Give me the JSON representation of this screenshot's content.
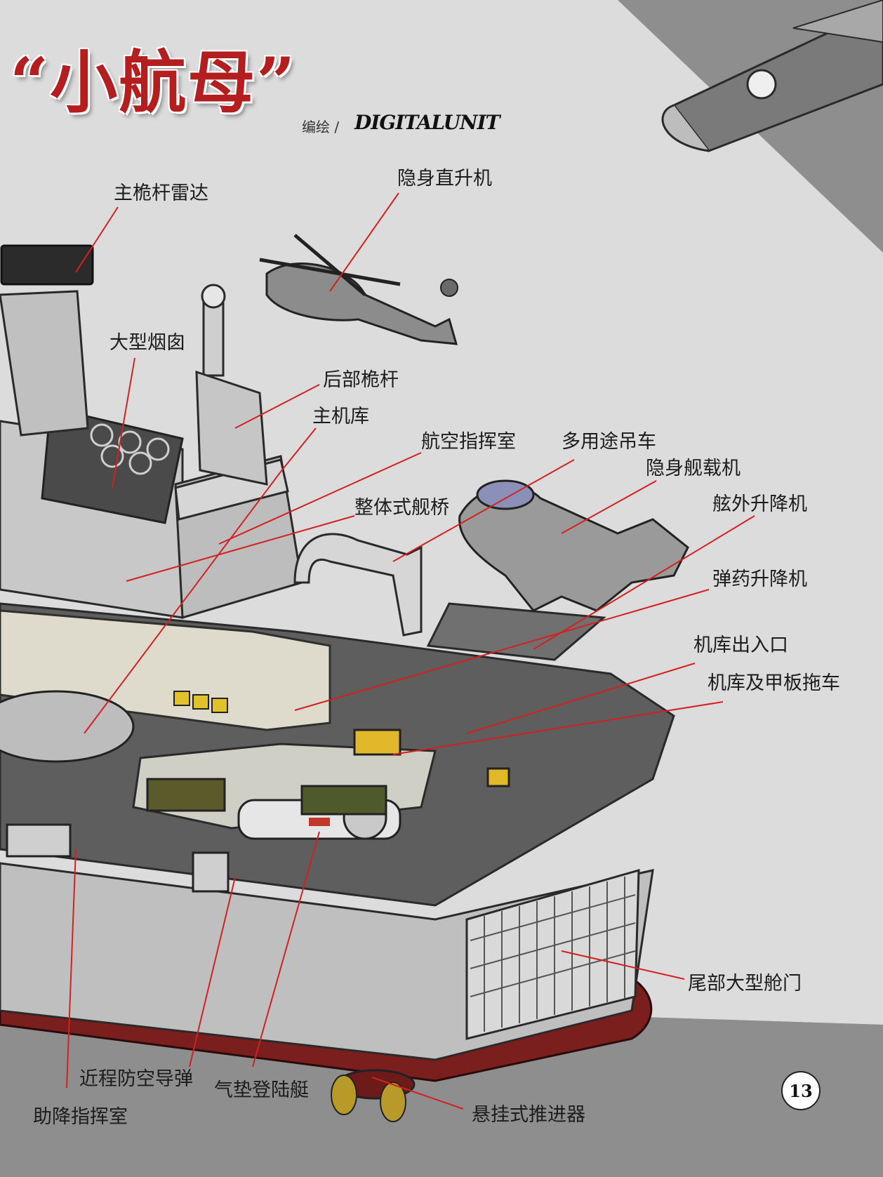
{
  "title": "“小航母”",
  "credit": {
    "label": "编绘 /",
    "brand": "DIGITALUNIT"
  },
  "page_number": "13",
  "colors": {
    "leader_line": "#d32020",
    "title": "#b41e1e",
    "hull_red": "#7a1e1e",
    "deck": "#5e5e5e"
  },
  "labels": {
    "main_mast_radar": "主桅杆雷达",
    "stealth_helicopter": "隐身直升机",
    "large_funnel": "大型烟囱",
    "aft_mast": "后部桅杆",
    "main_hangar": "主机库",
    "flight_control_room": "航空指挥室",
    "utility_crane": "多用途吊车",
    "stealth_carrier_aircraft": "隐身舰载机",
    "integrated_bridge": "整体式舰桥",
    "deck_edge_elevator": "舷外升降机",
    "ammunition_elevator": "弹药升降机",
    "hangar_entrance": "机库出入口",
    "hangar_deck_tractor": "机库及甲板拖车",
    "stern_gate": "尾部大型舱门",
    "ciws_missile": "近程防空导弹",
    "hovercraft": "气垫登陆艇",
    "landing_control_room": "助降指挥室",
    "pod_thruster": "悬挂式推进器"
  }
}
